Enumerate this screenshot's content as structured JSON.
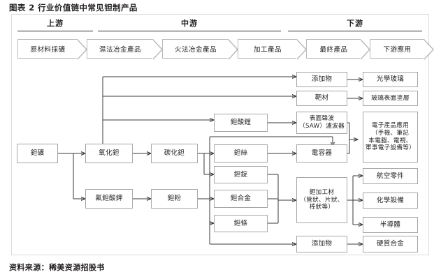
{
  "title": "图表 2 行业价值链中常见钽制产品",
  "source": "资料来源：稀美资源招股书",
  "stages": [
    {
      "name": "upstream",
      "label": "上游"
    },
    {
      "name": "midstream",
      "label": "中游"
    },
    {
      "name": "downstream",
      "label": "下游"
    }
  ],
  "chevrons": [
    {
      "name": "raw-material-mining",
      "label": "原材料採礦"
    },
    {
      "name": "hydrometallurgy-products",
      "label": "濕法冶金產品"
    },
    {
      "name": "pyrometallurgy-products",
      "label": "火法冶金產品"
    },
    {
      "name": "processed-products",
      "label": "加工產品"
    },
    {
      "name": "final-products",
      "label": "最終產品"
    },
    {
      "name": "downstream-applications",
      "label": "下游應用"
    }
  ],
  "nodes": {
    "tantalum_ore": "鉭礦",
    "tantalum_oxide": "氧化鉭",
    "tantalum_carbide": "碳化鉭",
    "potassium_fluorotantalate": "氟鉭酸鉀",
    "tantalum_powder": "鉭粉",
    "lithium_tantalate": "鉭酸鋰",
    "tantalum_wire": "鉭絲",
    "tantalum_ingot": "鉭錠",
    "tantalum_alloy": "鉭合金",
    "tantalum_strip": "鉭條",
    "additive_top": "添加物",
    "sputtering_target": "靶材",
    "saw_filter": "表面聲波\n（SAW）濾波器",
    "capacitor": "電容器",
    "tantalum_processed_material": "鉭加工材\n（管狀、片狀、\n棒狀等）",
    "additive_bottom": "添加物",
    "optical_glass": "光學玻璃",
    "glass_surface_coating": "玻璃表面塗層",
    "electronic_products": "電子產品應用\n（手機、筆記\n本電腦、電視、\n軍事電子設備等）",
    "aviation_parts": "航空零件",
    "chemical_equipment": "化學設備",
    "semiconductor": "半導體",
    "cemented_carbide": "硬質合金"
  },
  "chart_data": {
    "type": "diagram",
    "title": "行业价值链中常见钽制产品",
    "stages": [
      "上游",
      "中游",
      "下游"
    ],
    "flows": [
      {
        "from": "鉭礦",
        "to": "氧化鉭"
      },
      {
        "from": "鉭礦",
        "to": "氟鉭酸鉀"
      },
      {
        "from": "氧化鉭",
        "to": "碳化鉭"
      },
      {
        "from": "氧化鉭",
        "to": "添加物"
      },
      {
        "from": "氧化鉭",
        "to": "靶材"
      },
      {
        "from": "氧化鉭",
        "to": "鉭酸鋰"
      },
      {
        "from": "碳化鉭",
        "to": "鉭絲"
      },
      {
        "from": "碳化鉭",
        "to": "鉭錠"
      },
      {
        "from": "氟鉭酸鉀",
        "to": "鉭粉"
      },
      {
        "from": "鉭粉",
        "to": "鉭合金"
      },
      {
        "from": "鉭粉",
        "to": "鉭條"
      },
      {
        "from": "鉭粉",
        "to": "添加物"
      },
      {
        "from": "鉭酸鋰",
        "to": "表面聲波（SAW）濾波器"
      },
      {
        "from": "鉭絲",
        "to": "電容器"
      },
      {
        "from": "鉭錠",
        "to": "鉭加工材（管狀、片狀、棒狀等）"
      },
      {
        "from": "鉭合金",
        "to": "鉭加工材（管狀、片狀、棒狀等）"
      },
      {
        "from": "鉭條",
        "to": "鉭加工材（管狀、片狀、棒狀等）"
      },
      {
        "from": "添加物",
        "to": "光學玻璃"
      },
      {
        "from": "靶材",
        "to": "玻璃表面塗層"
      },
      {
        "from": "表面聲波（SAW）濾波器",
        "to": "電子產品應用"
      },
      {
        "from": "電容器",
        "to": "電子產品應用"
      },
      {
        "from": "鉭加工材（管狀、片狀、棒狀等）",
        "to": "航空零件"
      },
      {
        "from": "鉭加工材（管狀、片狀、棒狀等）",
        "to": "化學設備"
      },
      {
        "from": "鉭加工材（管狀、片狀、棒狀等）",
        "to": "半導體"
      },
      {
        "from": "添加物",
        "to": "硬質合金"
      }
    ]
  }
}
